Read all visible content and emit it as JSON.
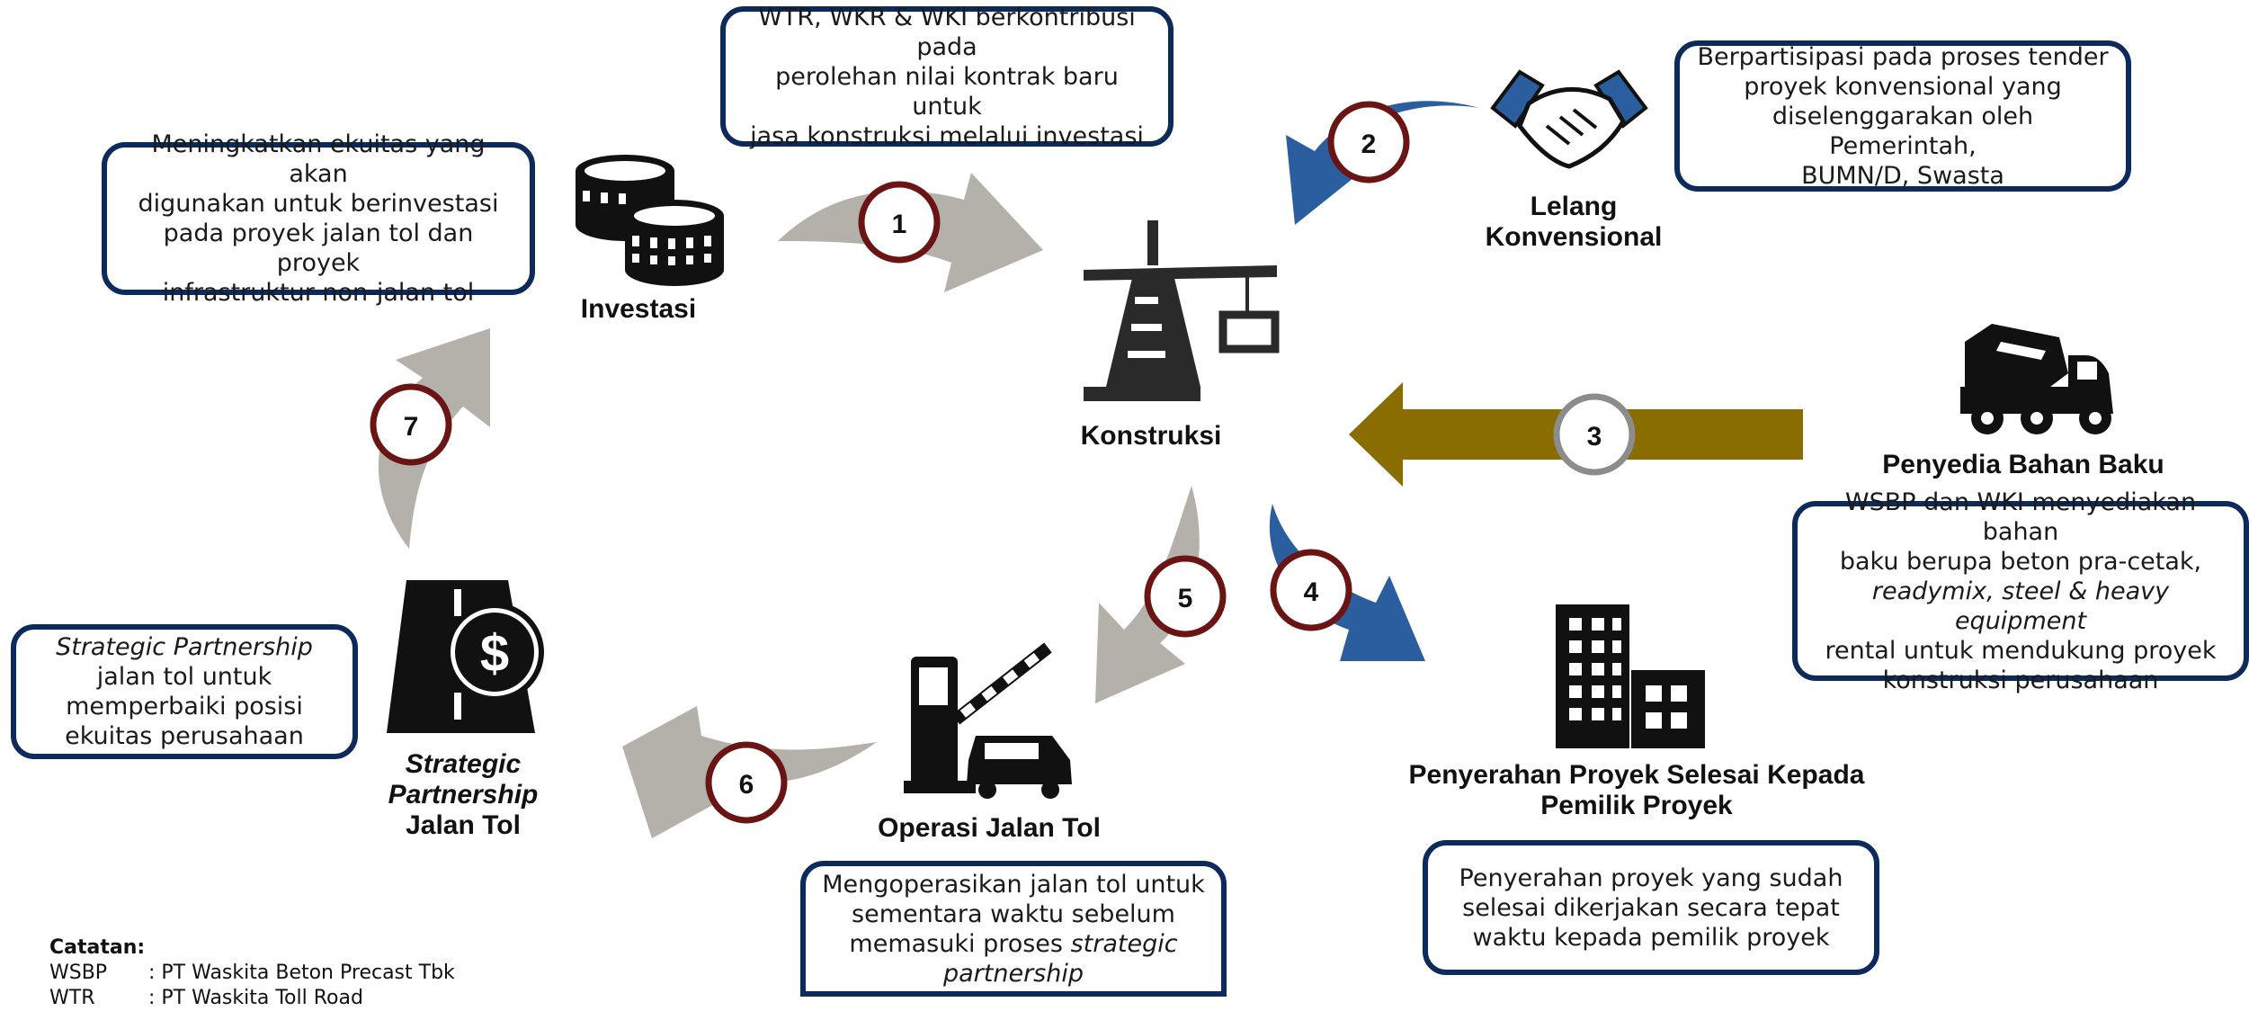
{
  "colors": {
    "box_border": "#0d2a5c",
    "circle_border": "#6b1414",
    "arrow_gray": "#b3b1aa",
    "arrow_blue": "#2b5e9e",
    "arrow_olive": "#8a6d00"
  },
  "boxes": {
    "wtr": {
      "lines": [
        "WTR, WKR & WKI berkontribusi pada",
        "perolehan nilai kontrak baru untuk",
        "jasa konstruksi melalui investasi"
      ]
    },
    "ekuitas": {
      "lines": [
        "Meningkatkan ekuitas yang akan",
        "digunakan untuk berinvestasi",
        "pada proyek jalan tol dan proyek",
        "infrastruktur non-jalan tol"
      ]
    },
    "tender": {
      "lines": [
        "Berpartisipasi pada proses tender",
        "proyek konvensional yang",
        "diselenggarakan oleh Pemerintah,",
        "BUMN/D, Swasta"
      ]
    },
    "bahan": {
      "line1": "WSBP dan WKI menyediakan bahan",
      "line2": "baku berupa beton pra-cetak,",
      "line3": "readymix, steel & heavy equipment",
      "line4": "rental untuk mendukung proyek",
      "line5": "konstruksi perusahaan"
    },
    "strategic": {
      "line1": "Strategic Partnership",
      "line2": "jalan tol untuk",
      "line3": "memperbaiki posisi",
      "line4": "ekuitas perusahaan"
    },
    "operasi": {
      "line1": "Mengoperasikan jalan tol untuk",
      "line2": "sementara waktu sebelum",
      "line3": "memasuki proses ",
      "line3_italic": "strategic",
      "line4": "partnership"
    },
    "penyerahan": {
      "lines": [
        "Penyerahan proyek yang sudah",
        "selesai dikerjakan secara tepat",
        "waktu kepada pemilik proyek"
      ]
    }
  },
  "labels": {
    "investasi": "Investasi",
    "konstruksi": "Konstruksi",
    "lelang_line1": "Lelang",
    "lelang_line2": "Konvensional",
    "penyedia": "Penyedia Bahan Baku",
    "penyerahan_line1": "Penyerahan Proyek Selesai Kepada",
    "penyerahan_line2": "Pemilik Proyek",
    "operasi": "Operasi Jalan Tol",
    "strategic_line1": "Strategic",
    "strategic_line2": "Partnership",
    "strategic_line3": "Jalan Tol"
  },
  "steps": [
    "1",
    "2",
    "3",
    "4",
    "5",
    "6",
    "7"
  ],
  "icons": {
    "investasi": "coins-icon",
    "konstruksi": "crane-icon",
    "lelang": "handshake-icon",
    "penyedia": "mixer-truck-icon",
    "penyerahan": "building-icon",
    "operasi": "toll-gate-icon",
    "strategic": "toll-road-dollar-icon"
  },
  "notes": {
    "title": "Catatan:",
    "rows": [
      {
        "abbr": "WSBP",
        "desc": ": PT Waskita Beton Precast Tbk"
      },
      {
        "abbr": "WTR",
        "desc": ": PT Waskita Toll Road"
      }
    ]
  }
}
